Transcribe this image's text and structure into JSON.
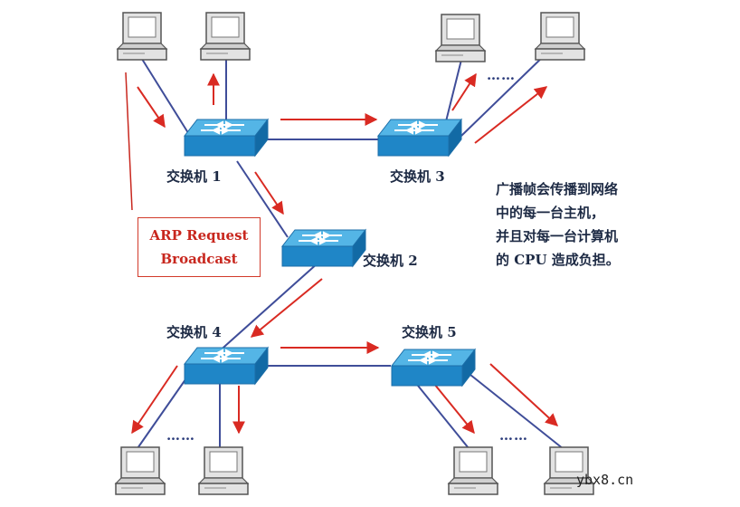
{
  "switches": [
    {
      "id": "sw1",
      "label": "交换机 1"
    },
    {
      "id": "sw2",
      "label": "交换机 2"
    },
    {
      "id": "sw3",
      "label": "交换机 3"
    },
    {
      "id": "sw4",
      "label": "交换机 4"
    },
    {
      "id": "sw5",
      "label": "交换机 5"
    }
  ],
  "box": {
    "line1": "ARP Request",
    "line2": "Broadcast"
  },
  "note": {
    "line1": "广播帧会传播到网络",
    "line2": "中的每一台主机，",
    "line3": "并且对每一台计算机",
    "line4": "的 CPU 造成负担。"
  },
  "ellipsis": "……",
  "watermark": "ybx8.cn",
  "colors": {
    "link": "#3f4d99",
    "arrow": "#d92a22",
    "switch_front": "#1f86c7",
    "switch_top": "#54b5e6",
    "switch_side": "#126aa5",
    "pc_body": "#e3e3e3",
    "pc_outline": "#555555"
  }
}
